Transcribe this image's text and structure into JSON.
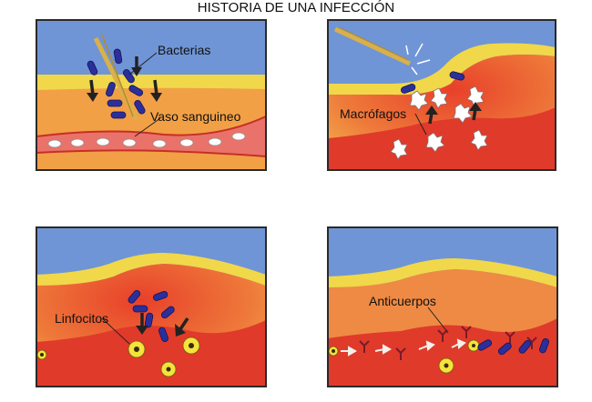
{
  "title": "HISTORIA DE UNA INFECCIÓN",
  "panels": {
    "p1": {
      "labels": [
        "Bacterias",
        "Vaso sanguineo"
      ]
    },
    "p2": {
      "labels": [
        "Macrófagos"
      ]
    },
    "p3": {
      "labels": [
        "Linfocitos"
      ]
    },
    "p4": {
      "labels": [
        "Anticuerpos"
      ]
    }
  },
  "colors": {
    "sky": "#6f95d6",
    "skin": "#f0d84a",
    "tissue": "#f2a046",
    "inflamed": "#e8452c",
    "vessel": "#e03a2a",
    "bacteria": "#2c2f9a",
    "lymphocyte": "#f4e33a",
    "splinter": "#e4c15a",
    "frame": "#2a2a2a"
  }
}
